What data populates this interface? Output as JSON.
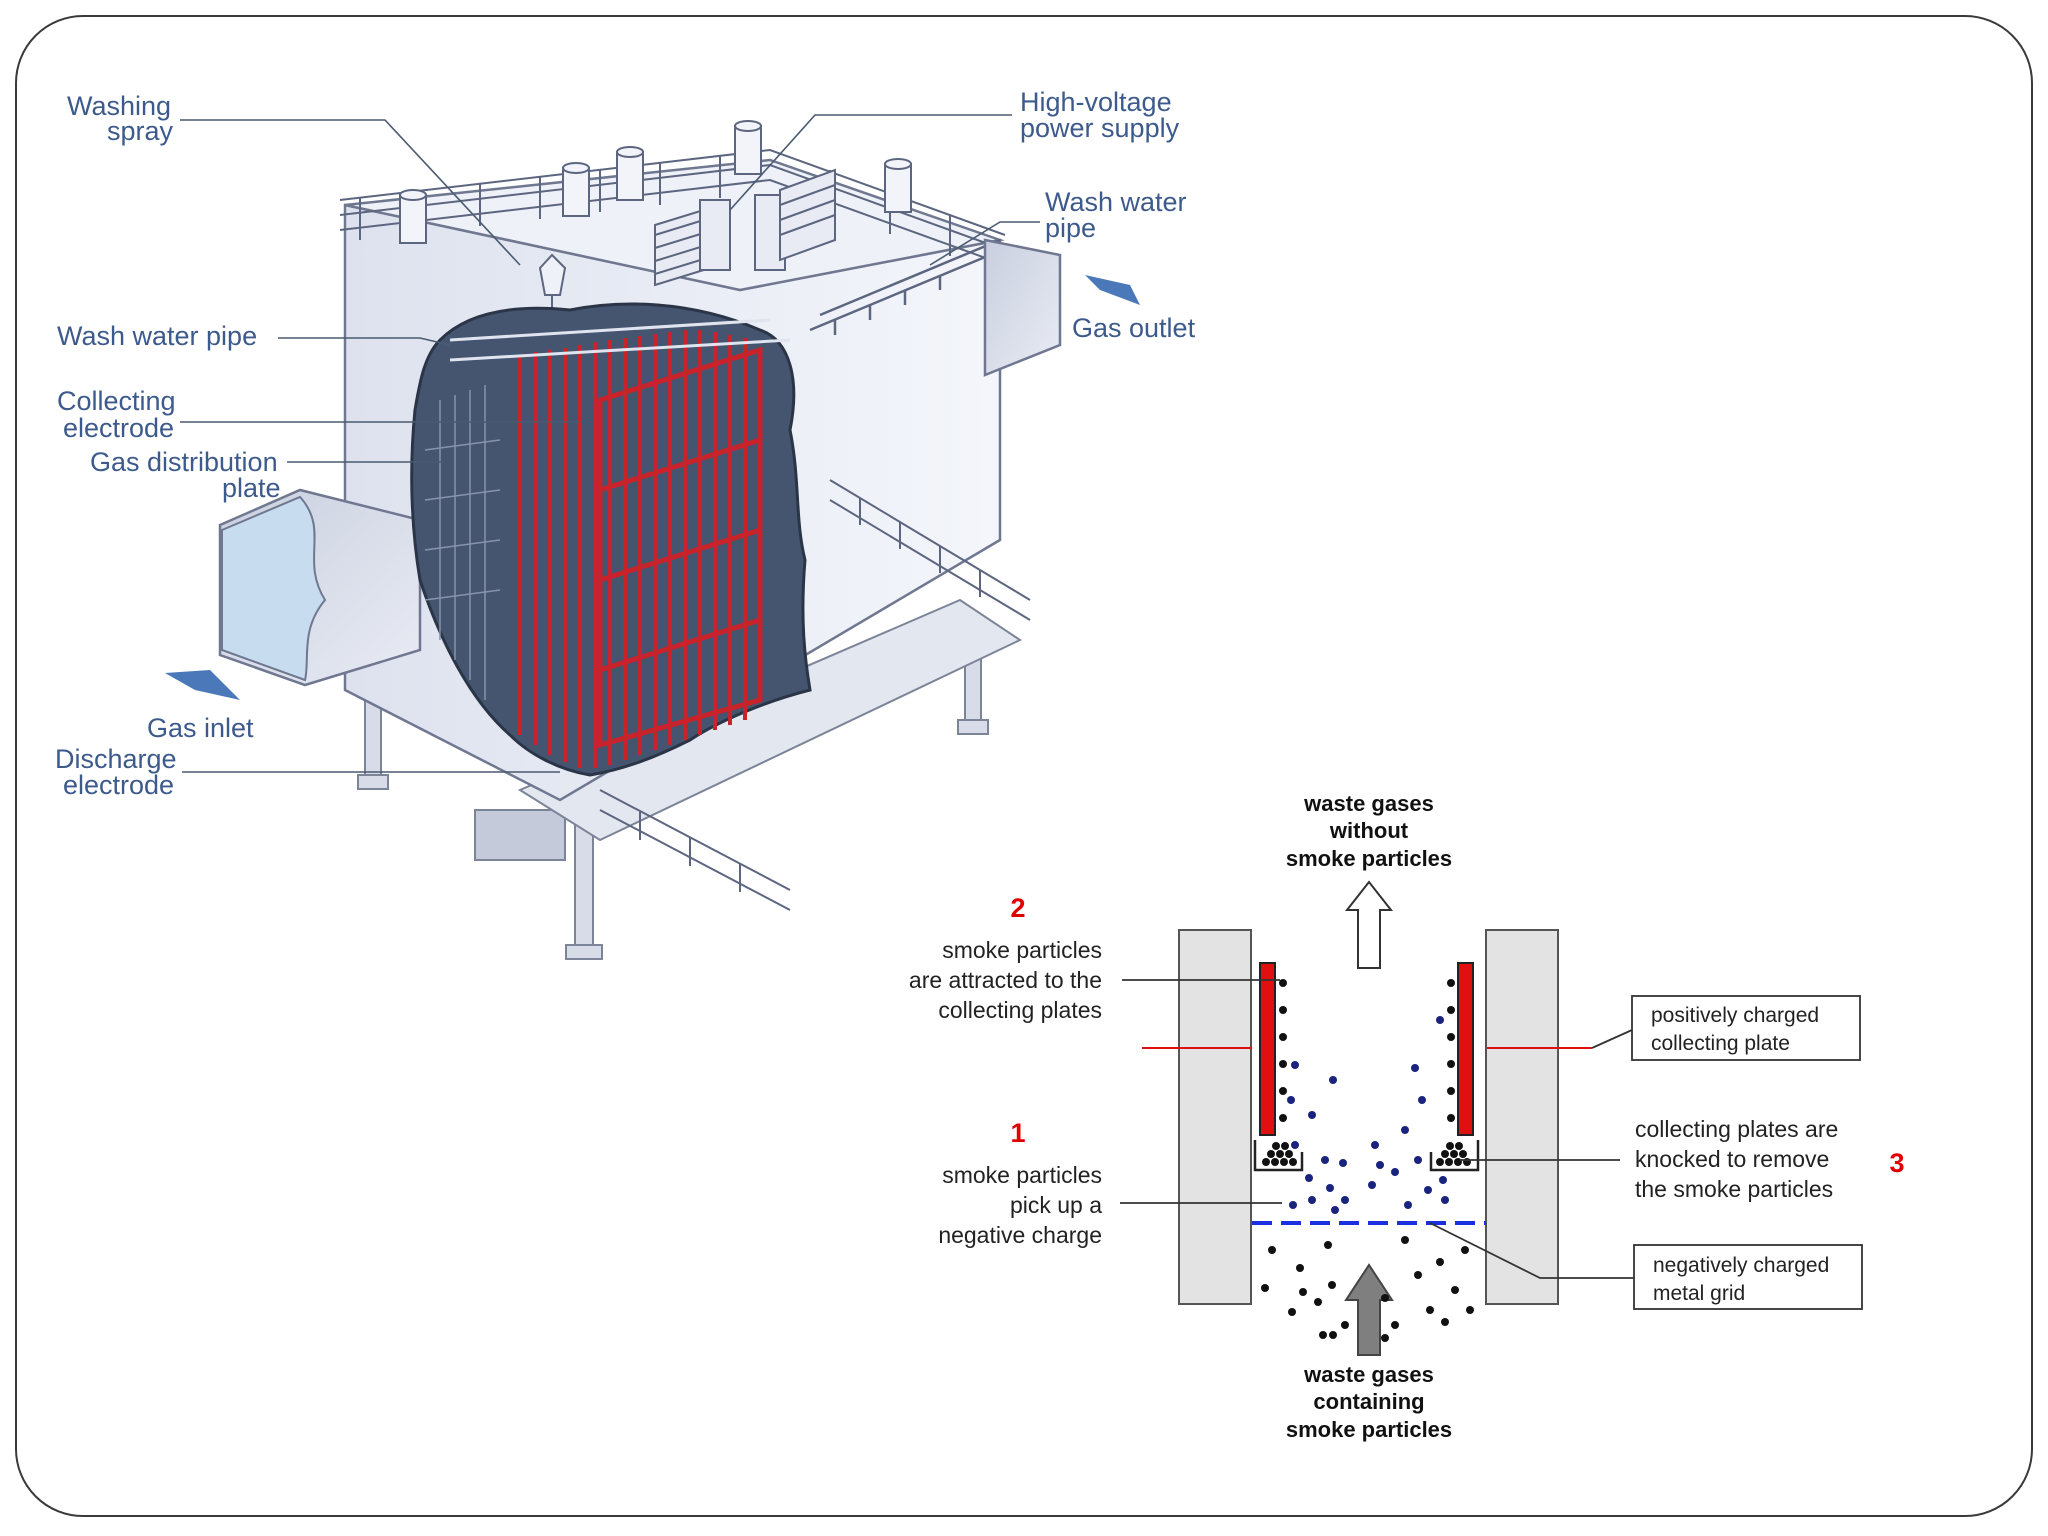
{
  "esp_labels": {
    "washing_spray": [
      "Washing",
      "spray"
    ],
    "wash_water_pipe_left": "Wash water pipe",
    "collecting_electrode": [
      "Collecting",
      "electrode"
    ],
    "gas_distribution_plate": [
      "Gas distribution",
      "plate"
    ],
    "gas_inlet": "Gas inlet",
    "discharge_electrode": [
      "Discharge",
      "electrode"
    ],
    "high_voltage_power_supply": [
      "High-voltage",
      "power supply"
    ],
    "wash_water_pipe_right": [
      "Wash water",
      "pipe"
    ],
    "gas_outlet": "Gas outlet"
  },
  "process_diagram": {
    "top_label": [
      "waste gases",
      "without",
      "smoke particles"
    ],
    "bottom_label": [
      "waste gases",
      "containing",
      "smoke particles"
    ],
    "step_1": {
      "number": "1",
      "text": [
        "smoke particles",
        "pick up a",
        "negative charge"
      ]
    },
    "step_2": {
      "number": "2",
      "text": [
        "smoke particles",
        "are attracted to the",
        "collecting plates"
      ]
    },
    "step_3": {
      "number": "3",
      "text": [
        "collecting plates are",
        "knocked to remove",
        "the smoke particles"
      ]
    },
    "box_positive": [
      "positively charged",
      "collecting plate"
    ],
    "box_negative": [
      "negatively charged",
      "metal grid"
    ]
  },
  "colors": {
    "label_blue": "#3d5a8c",
    "collecting_plate_red": "#e01010",
    "grid_blue": "#1a2fe0",
    "particle_navy": "#1a237e",
    "step_number_red": "#e00000"
  }
}
